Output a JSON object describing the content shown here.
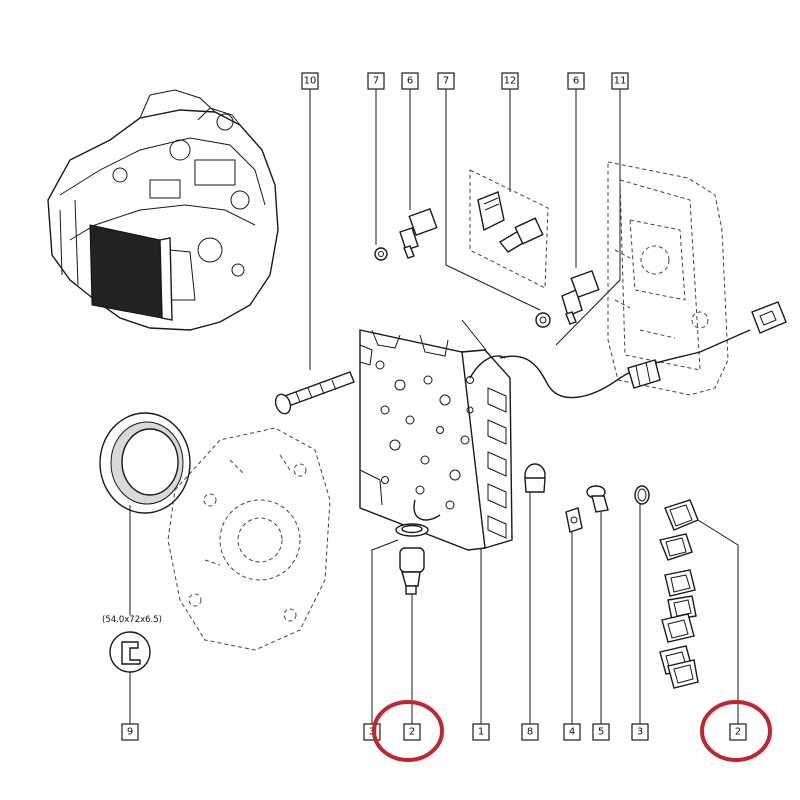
{
  "callouts_top": [
    {
      "id": "10",
      "label": "10"
    },
    {
      "id": "7a",
      "label": "7"
    },
    {
      "id": "6a",
      "label": "6"
    },
    {
      "id": "7b",
      "label": "7"
    },
    {
      "id": "12",
      "label": "12"
    },
    {
      "id": "6b",
      "label": "6"
    },
    {
      "id": "11",
      "label": "11"
    }
  ],
  "callouts_bottom": [
    {
      "id": "9",
      "label": "9"
    },
    {
      "id": "3a",
      "label": "3"
    },
    {
      "id": "2a",
      "label": "2"
    },
    {
      "id": "1",
      "label": "1"
    },
    {
      "id": "8",
      "label": "8"
    },
    {
      "id": "4",
      "label": "4"
    },
    {
      "id": "5",
      "label": "5"
    },
    {
      "id": "3b",
      "label": "3"
    },
    {
      "id": "2b",
      "label": "2"
    }
  ],
  "seal_dimension": "(54.0x72x6.5)",
  "highlights": [
    "2a",
    "2b"
  ],
  "colors": {
    "highlight": "#c0262d",
    "ink": "#1a1a1a"
  }
}
